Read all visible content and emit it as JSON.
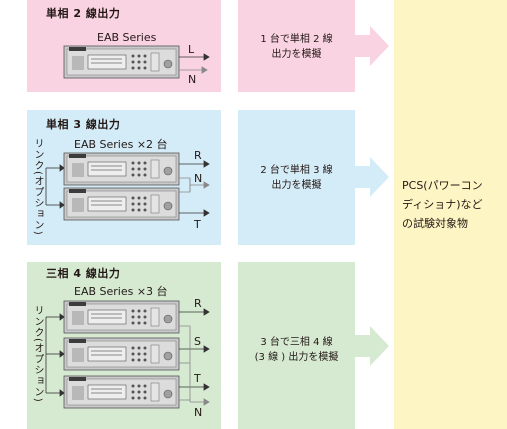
{
  "colors": {
    "pink": "#f9d3e2",
    "blue": "#d4ecf8",
    "green": "#d6ead2",
    "yellow": "#fdf6c4",
    "device_body": "#c8c9ca",
    "device_dark": "#3c3c3c"
  },
  "section1": {
    "title": "単相 2 線出力",
    "series": "EAB Series",
    "wires": [
      "L",
      "N"
    ],
    "mode": [
      "1 台で単相 2 線",
      "出力を模擬"
    ]
  },
  "section2": {
    "title": "単相 3 線出力",
    "series": "EAB Series ×2 台",
    "link": "リンク(オプション)",
    "wires": [
      "R",
      "N",
      "T"
    ],
    "mode": [
      "2 台で単相 3 線",
      "出力を模擬"
    ]
  },
  "section3": {
    "title": "三相 4 線出力",
    "series": "EAB Series ×3 台",
    "link": "リンク(オプション)",
    "wires": [
      "R",
      "S",
      "T",
      "N"
    ],
    "mode": [
      "3 台で三相 4 線",
      "(3 線 ) 出力を模擬"
    ]
  },
  "target": [
    "PCS(パワーコン",
    "ディショナ)など",
    "の試験対象物"
  ],
  "device_icons": [
    "power-supply-unit-icon"
  ]
}
